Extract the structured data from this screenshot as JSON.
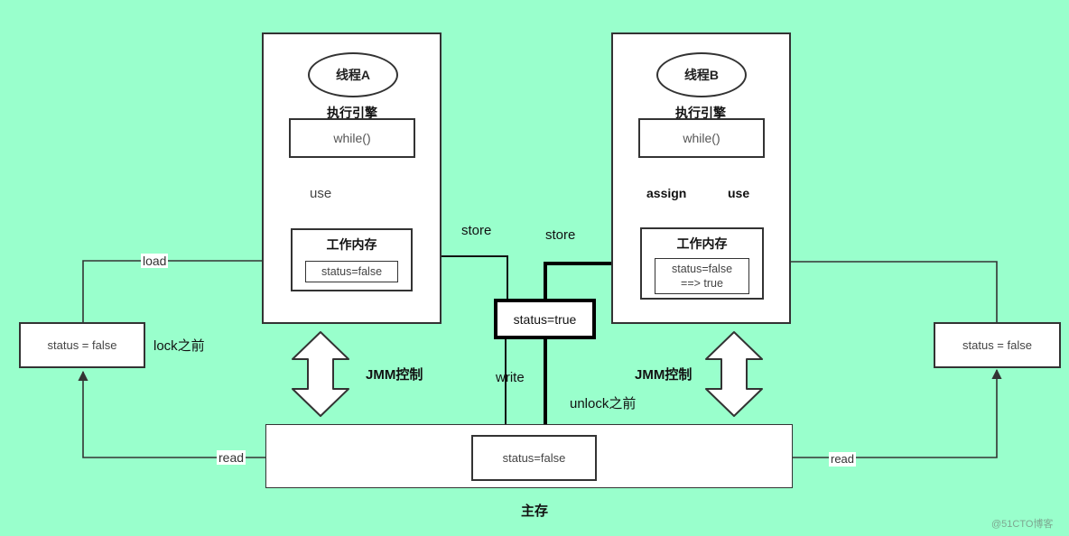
{
  "threadA": {
    "title": "线程A",
    "engine_label": "执行引擎",
    "loop_label": "while()",
    "op_label": "use",
    "memory_title": "工作内存",
    "memory_value": "status=false"
  },
  "threadB": {
    "title": "线程B",
    "engine_label": "执行引擎",
    "loop_label": "while()",
    "assign_label": "assign",
    "use_label": "use",
    "memory_title": "工作内存",
    "memory_value": "status=false\n==> true"
  },
  "main_memory": {
    "title": "主存",
    "value": "status=false"
  },
  "left_side": {
    "value": "status = false",
    "note": "lock之前",
    "load_label": "load",
    "read_label": "read"
  },
  "right_side": {
    "value": "status = false",
    "read_label": "read"
  },
  "center": {
    "value": "status=true",
    "store_left": "store",
    "store_right": "store",
    "write_label": "write",
    "unlock_note": "unlock之前"
  },
  "jmm": {
    "left_label": "JMM控制",
    "right_label": "JMM控制"
  },
  "watermark": "@51CTO博客"
}
